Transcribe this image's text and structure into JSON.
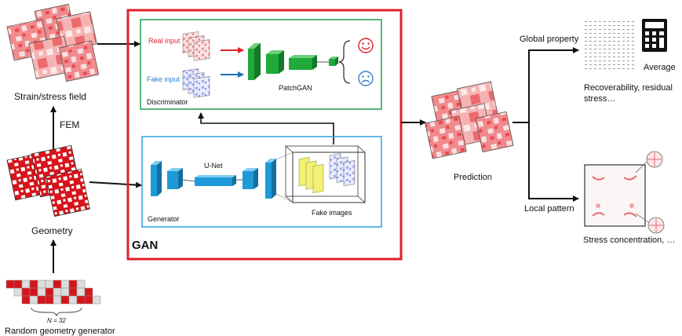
{
  "labels": {
    "strain_stress_field": "Strain/stress field",
    "fem": "FEM",
    "geometry": "Geometry",
    "random_geometry_generator": "Random geometry generator",
    "n_equals": "N = 32",
    "gan": "GAN",
    "real_input": "Real input",
    "fake_input": "Fake input",
    "patchgan": "PatchGAN",
    "discriminator": "Discriminator",
    "unet": "U-Net",
    "generator": "Generator",
    "fake_images": "Fake images",
    "prediction": "Prediction",
    "global_property": "Global property",
    "local_pattern": "Local pattern",
    "average": "Average",
    "recoverability_line1": "Recoverability, residual",
    "recoverability_line2": "stress…",
    "stress_concentration": "Stress concentration, …"
  },
  "icons": [
    "happy-face-icon",
    "sad-face-icon",
    "calculator-icon"
  ],
  "colors": {
    "gan_frame": "#e0202a",
    "discriminator_frame": "#2ea55a",
    "generator_frame": "#3aa6dc",
    "real_input_text": "#e0202a",
    "fake_input_text": "#2a7fcf",
    "red_arrow": "#e0202a",
    "blue_arrow": "#1f6fb5",
    "unet_blue": "#1f9ad9",
    "patchgan_green": "#1faa3a",
    "field_red": "#e23a3f"
  }
}
